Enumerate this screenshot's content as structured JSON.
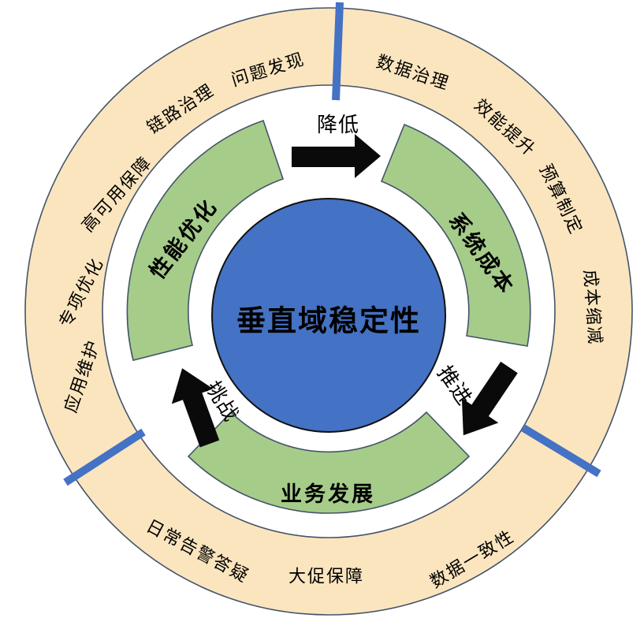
{
  "title": "垂直域稳定性",
  "colors": {
    "center_fill": "#4472C4",
    "segment_fill": "#A6CC8A",
    "outer_ring_fill": "#FBE5BE",
    "divider": "#4472C4",
    "outline": "#44546A",
    "arrow": "#0A0A0A"
  },
  "center": {
    "label": "垂直域稳定性"
  },
  "inner_ring": {
    "segments": [
      {
        "id": "performance",
        "label": "性能优化"
      },
      {
        "id": "system-cost",
        "label": "系统成本"
      },
      {
        "id": "business-growth",
        "label": "业务发展"
      }
    ]
  },
  "arrows": [
    {
      "id": "reduce",
      "label": "降低"
    },
    {
      "id": "advance",
      "label": "推进"
    },
    {
      "id": "challenge",
      "label": "挑战"
    }
  ],
  "outer_ring": {
    "labels": [
      {
        "label": "数据治理"
      },
      {
        "label": "效能提升"
      },
      {
        "label": "预算制定"
      },
      {
        "label": "成本缩减"
      },
      {
        "label": "数据一致性"
      },
      {
        "label": "大促保障"
      },
      {
        "label": "日常告警答疑"
      },
      {
        "label": "应用维护"
      },
      {
        "label": "专项优化"
      },
      {
        "label": "高可用保障"
      },
      {
        "label": "链路治理"
      },
      {
        "label": "问题发现"
      }
    ]
  }
}
